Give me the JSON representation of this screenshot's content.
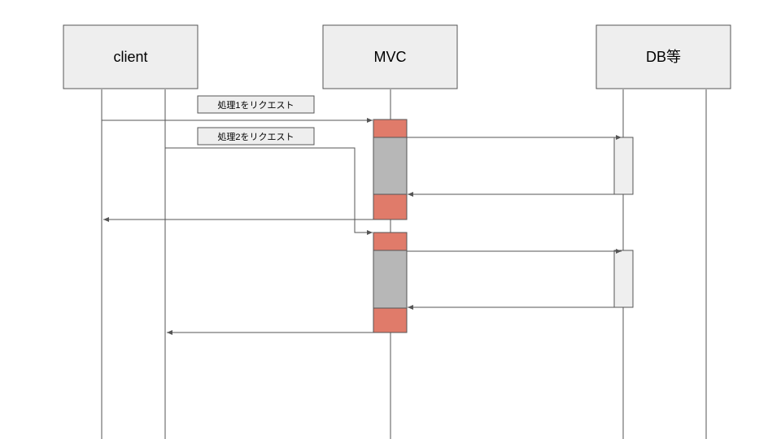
{
  "participants": [
    {
      "id": "client",
      "label": "client"
    },
    {
      "id": "mvc",
      "label": "MVC"
    },
    {
      "id": "db",
      "label": "DB等"
    }
  ],
  "notes": [
    {
      "id": "request1",
      "label": "処理1をリクエスト"
    },
    {
      "id": "request2",
      "label": "処理2をリクエスト"
    }
  ],
  "colors": {
    "box_fill": "#eeeeee",
    "box_stroke": "#555555",
    "lifeline": "#555555",
    "activation_red": "#e07b6a",
    "activation_gray": "#b7b7b7",
    "db_activation": "#efefef",
    "note_fill": "#eeeeee"
  }
}
